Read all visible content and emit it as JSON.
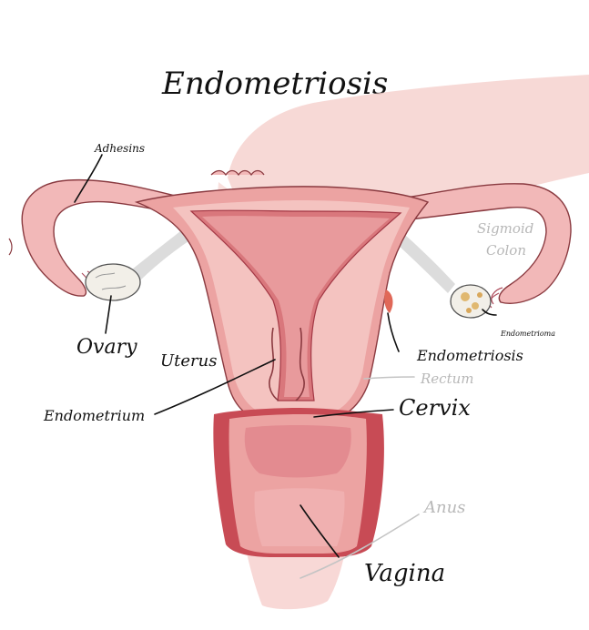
{
  "title": "Endometriosis",
  "labels": {
    "adhesions": "Adhesins",
    "ovary": "Ovary",
    "uterus": "Uterus",
    "endometrium": "Endometrium",
    "sigmoid_colon_line1": "Sigmoid",
    "sigmoid_colon_line2": "Colon",
    "endometrioma": "Endometrioma",
    "endometriosis": "Endometriosis",
    "rectum": "Rectum",
    "cervix": "Cervix",
    "anus": "Anus",
    "vagina": "Vagina"
  },
  "colors": {
    "tissue_light": "#f4c3c0",
    "tissue_mid": "#eca3a2",
    "tissue_dark": "#c84b55",
    "bowel": "#f5cfcc",
    "ligament": "#dcdcdc",
    "ovary": "#f2efe8",
    "lesion": "#e0b870"
  }
}
